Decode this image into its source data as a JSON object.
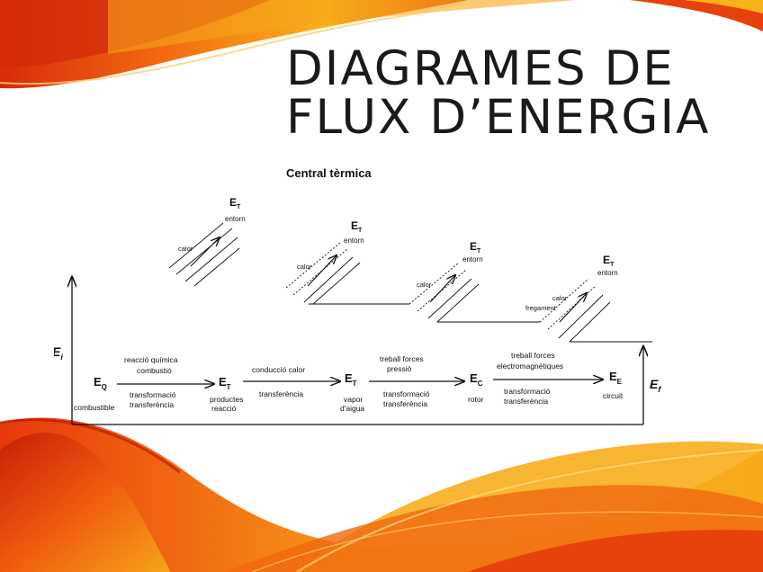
{
  "slide": {
    "title_line1": "DIAGRAMES DE",
    "title_line2": "FLUX D’ENERGIA",
    "colors": {
      "flame_dark": "#d92b0a",
      "flame_mid": "#f26a10",
      "flame_light": "#f8b31c",
      "ink": "#111111"
    }
  },
  "diagram": {
    "heading": "Central tèrmica",
    "initial_energy": "E",
    "initial_energy_sub": "i",
    "final_energy": "E",
    "final_energy_sub": "f",
    "nodes": [
      {
        "symbol": "E",
        "sub": "Q",
        "label": "combustible"
      },
      {
        "symbol": "E",
        "sub": "T",
        "label_line1": "productes",
        "label_line2": "reacció"
      },
      {
        "symbol": "E",
        "sub": "T",
        "label_line1": "vapor",
        "label_line2": "d'aigua"
      },
      {
        "symbol": "E",
        "sub": "C",
        "label": "rotor"
      },
      {
        "symbol": "E",
        "sub": "E",
        "label": "circuit"
      }
    ],
    "arrows": [
      {
        "above_line1": "reacció química",
        "above_line2": "combustió",
        "below_line1": "transformació",
        "below_line2": "transferència"
      },
      {
        "above_line1": "conducció calor",
        "below_line1": "transferència"
      },
      {
        "above_line1": "treball forces",
        "above_line2": "pressió",
        "below_line1": "transformació",
        "below_line2": "transferència"
      },
      {
        "above_line1": "treball forces",
        "above_line2": "electromagnètiques",
        "below_line1": "transformació",
        "below_line2": "transferència"
      }
    ],
    "losses": [
      {
        "label": "calor",
        "symbol": "E",
        "sub": "T",
        "target": "entorn"
      },
      {
        "label": "calor",
        "symbol": "E",
        "sub": "T",
        "target": "entorn"
      },
      {
        "label": "calor",
        "symbol": "E",
        "sub": "T",
        "target": "entorn"
      },
      {
        "label_line1": "calor",
        "label_line2": "fregament",
        "symbol": "E",
        "sub": "T",
        "target": "entorn"
      }
    ]
  }
}
